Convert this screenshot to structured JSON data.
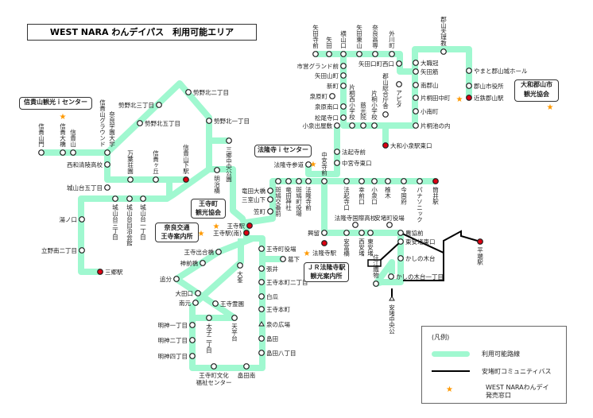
{
  "title": "WEST NARA わんデイパス　利用可能エリア",
  "colors": {
    "route": "#a0f8d0",
    "community_bus": "#000000",
    "station": "#dd0011",
    "star": "#ffd700"
  },
  "info_centers": [
    "信貴山観光ｉセンター",
    "法隆寺ｉセンター",
    "王寺町\n観光協会",
    "奈良交通\n王寺案内所",
    "ＪＲ法隆寺駅\n観光案内所",
    "大和郡山市\n観光協会"
  ],
  "legend": {
    "title": "(凡例)",
    "route": "利用可能路線",
    "community_bus": "安堵町コミュニティバス",
    "sales_point": "WEST NARAわんデイ\n発売窓口"
  },
  "stops": [
    "信貴山門",
    "信貴大橋",
    "信貴山",
    "信貴山グラウンド 奈良学園大学",
    "勢野北五丁目",
    "勢野北三丁目",
    "勢野北二丁目",
    "勢野北一丁目",
    "三郷中央公園",
    "西和清陵高校",
    "万葉荘園",
    "信貴ヶ丘",
    "信貴山下駅",
    "城山台五丁目",
    "城山台三丁目",
    "城山台自治会館",
    "城山台一丁目",
    "湯ノ口",
    "立野南二丁目",
    "三郷駅",
    "明治橋",
    "竜田大橋",
    "三室山下",
    "笠町",
    "斑鳩交番前",
    "竜田神社",
    "斑鳩町役場",
    "法隆寺前",
    "法隆寺参道",
    "中宮寺前",
    "法起寺口",
    "幸前口",
    "小泉口",
    "椎木",
    "今国府",
    "パナソニック",
    "筒井駅",
    "法起寺前",
    "中宮寺東口",
    "興留",
    "法隆寺駅",
    "安富橋",
    "法隆寺国際高校",
    "西安堵",
    "東安堵",
    "安堵町役場",
    "農協前",
    "東安堵東口",
    "かしの木台",
    "住江織物",
    "かしの木台一丁目",
    "安堵中央公",
    "平端駅",
    "王寺駅",
    "王寺駅(南)",
    "王寺町役場",
    "葛下",
    "張井",
    "王寺本町二丁目",
    "白瓜",
    "王寺本町",
    "泉の広場",
    "畠田",
    "畠田八丁目",
    "畠田南",
    "王寺町文化福祉センター",
    "明神四丁目",
    "明神二丁目",
    "明神一丁目",
    "南元",
    "大田口",
    "追分",
    "神前橋",
    "王寺出合橋",
    "大峯",
    "王寺霊園",
    "太子二丁目",
    "天平台",
    "矢田寺前",
    "矢田",
    "横山口",
    "矢田東山",
    "奈良高専",
    "外川町",
    "矢田口町西口",
    "アピタ",
    "市営グランド前",
    "矢田山町",
    "新町",
    "泉原町",
    "泉原南口",
    "松尾寺口",
    "小泉出屋敷",
    "片桐西小学校",
    "慈光院",
    "片桐小学校",
    "郡山総合庁舎",
    "大和小泉駅東口",
    "大職冠",
    "矢田筋",
    "南郡山",
    "片桐田中町",
    "小南町",
    "片桐池の内",
    "郡山天理教",
    "やまと郡山城ホール",
    "郡山市役所",
    "近鉄郡山駅"
  ]
}
